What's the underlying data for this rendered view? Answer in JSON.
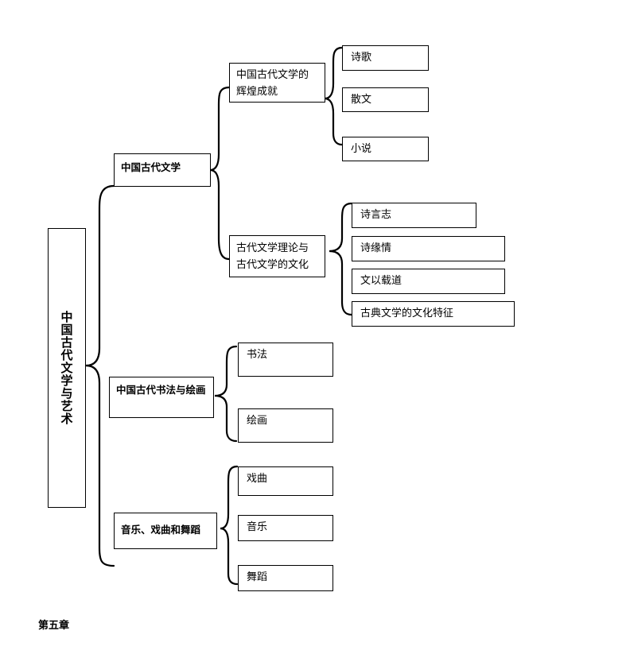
{
  "root": "中国古代文学与艺术",
  "branches": {
    "literature": {
      "label": "中国古代文学",
      "achievements": {
        "label": "中国古代文学的辉煌成就",
        "items": [
          "诗歌",
          "散文",
          "小说"
        ]
      },
      "theory": {
        "label": "古代文学理论与古代文学的文化",
        "items": [
          "诗言志",
          "诗缘情",
          "文以载道",
          "古典文学的文化特征"
        ]
      }
    },
    "calligraphy": {
      "label": "中国古代书法与绘画",
      "items": [
        "书法",
        "绘画"
      ]
    },
    "music": {
      "label": "音乐、戏曲和舞蹈",
      "items": [
        "戏曲",
        "音乐",
        "舞蹈"
      ]
    }
  },
  "chapter": "第五章"
}
